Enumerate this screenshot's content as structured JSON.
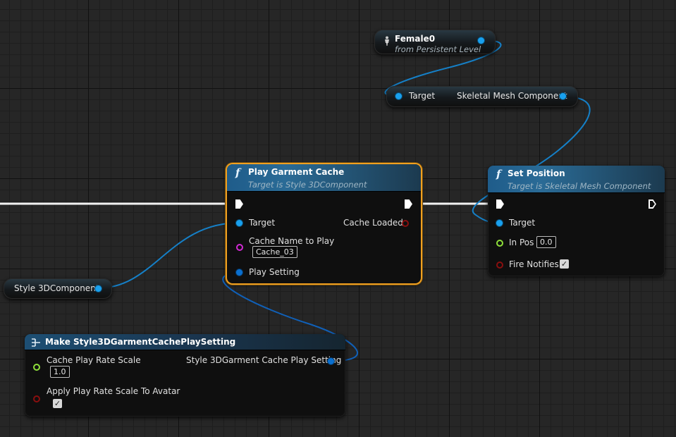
{
  "colors": {
    "object_pin": "#19a0ee",
    "struct_pin": "#0a6fcf",
    "string_pin": "#d22ad4",
    "float_pin": "#8fe03a",
    "bool_pin": "#8a0f0f",
    "selected_outline": "#f0a020",
    "function_header": "#1f5c8a"
  },
  "female_node": {
    "title": "Female0",
    "subtitle": "from Persistent Level",
    "icon": "person-icon"
  },
  "get_component_node": {
    "input_label": "Target",
    "output_label": "Skeletal Mesh Component"
  },
  "play_garment_node": {
    "title": "Play Garment Cache",
    "subtitle": "Target is Style 3DComponent",
    "icon": "function-icon",
    "pins": {
      "target": "Target",
      "cache_name": "Cache Name to Play",
      "cache_name_value": "Cache_03",
      "play_setting": "Play Setting",
      "cache_loaded": "Cache Loaded"
    }
  },
  "set_position_node": {
    "title": "Set Position",
    "subtitle": "Target is Skeletal Mesh Component",
    "icon": "function-icon",
    "pins": {
      "target": "Target",
      "in_pos": "In Pos",
      "in_pos_value": "0.0",
      "fire_notifies": "Fire Notifies",
      "fire_notifies_checked": true
    }
  },
  "style_component_node": {
    "label": "Style 3DComponent"
  },
  "make_node": {
    "title": "Make Style3DGarmentCachePlaySetting",
    "icon": "make-struct-icon",
    "pins": {
      "rate_scale": "Cache Play Rate Scale",
      "rate_scale_value": "1.0",
      "apply_avatar": "Apply Play Rate Scale To Avatar",
      "apply_avatar_checked": true,
      "output": "Style 3DGarment Cache Play Setting"
    }
  },
  "check_glyph": "✓"
}
